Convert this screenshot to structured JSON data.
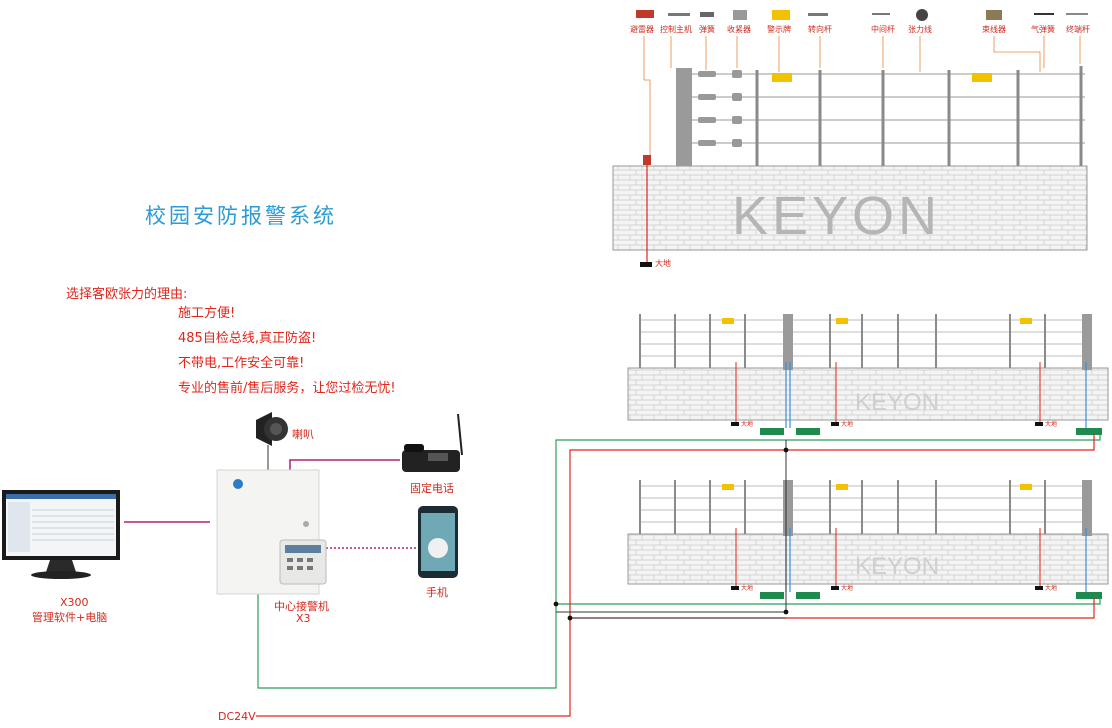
{
  "title": "校园安防报警系统",
  "reasons": {
    "heading": "选择客欧张力的理由:",
    "items": [
      "施工方便!",
      "485自检总线,真正防盗!",
      "不带电,工作安全可靠!",
      "专业的售前/售后服务，让您过检无忧!"
    ]
  },
  "devices": {
    "speaker": "喇叭",
    "phone": "固定电话",
    "mobile": "手机",
    "host_line1": "中心接警机",
    "host_line2": "X3",
    "pc_line1": "X300",
    "pc_line2": "管理软件+电脑"
  },
  "components": [
    "避雷器",
    "控制主机",
    "弹簧",
    "收紧器",
    "警示牌",
    "转向杆",
    "中间杆",
    "张力线",
    "束线器",
    "气弹簧",
    "终端杆"
  ],
  "brand": "KEYON",
  "ground_label": "大地",
  "power_label": "DC24V",
  "colors": {
    "title": "#2a9bd6",
    "red": "#e0261b",
    "green": "#2e9e5b",
    "blue": "#3a8fd6",
    "magenta": "#b0207a"
  }
}
